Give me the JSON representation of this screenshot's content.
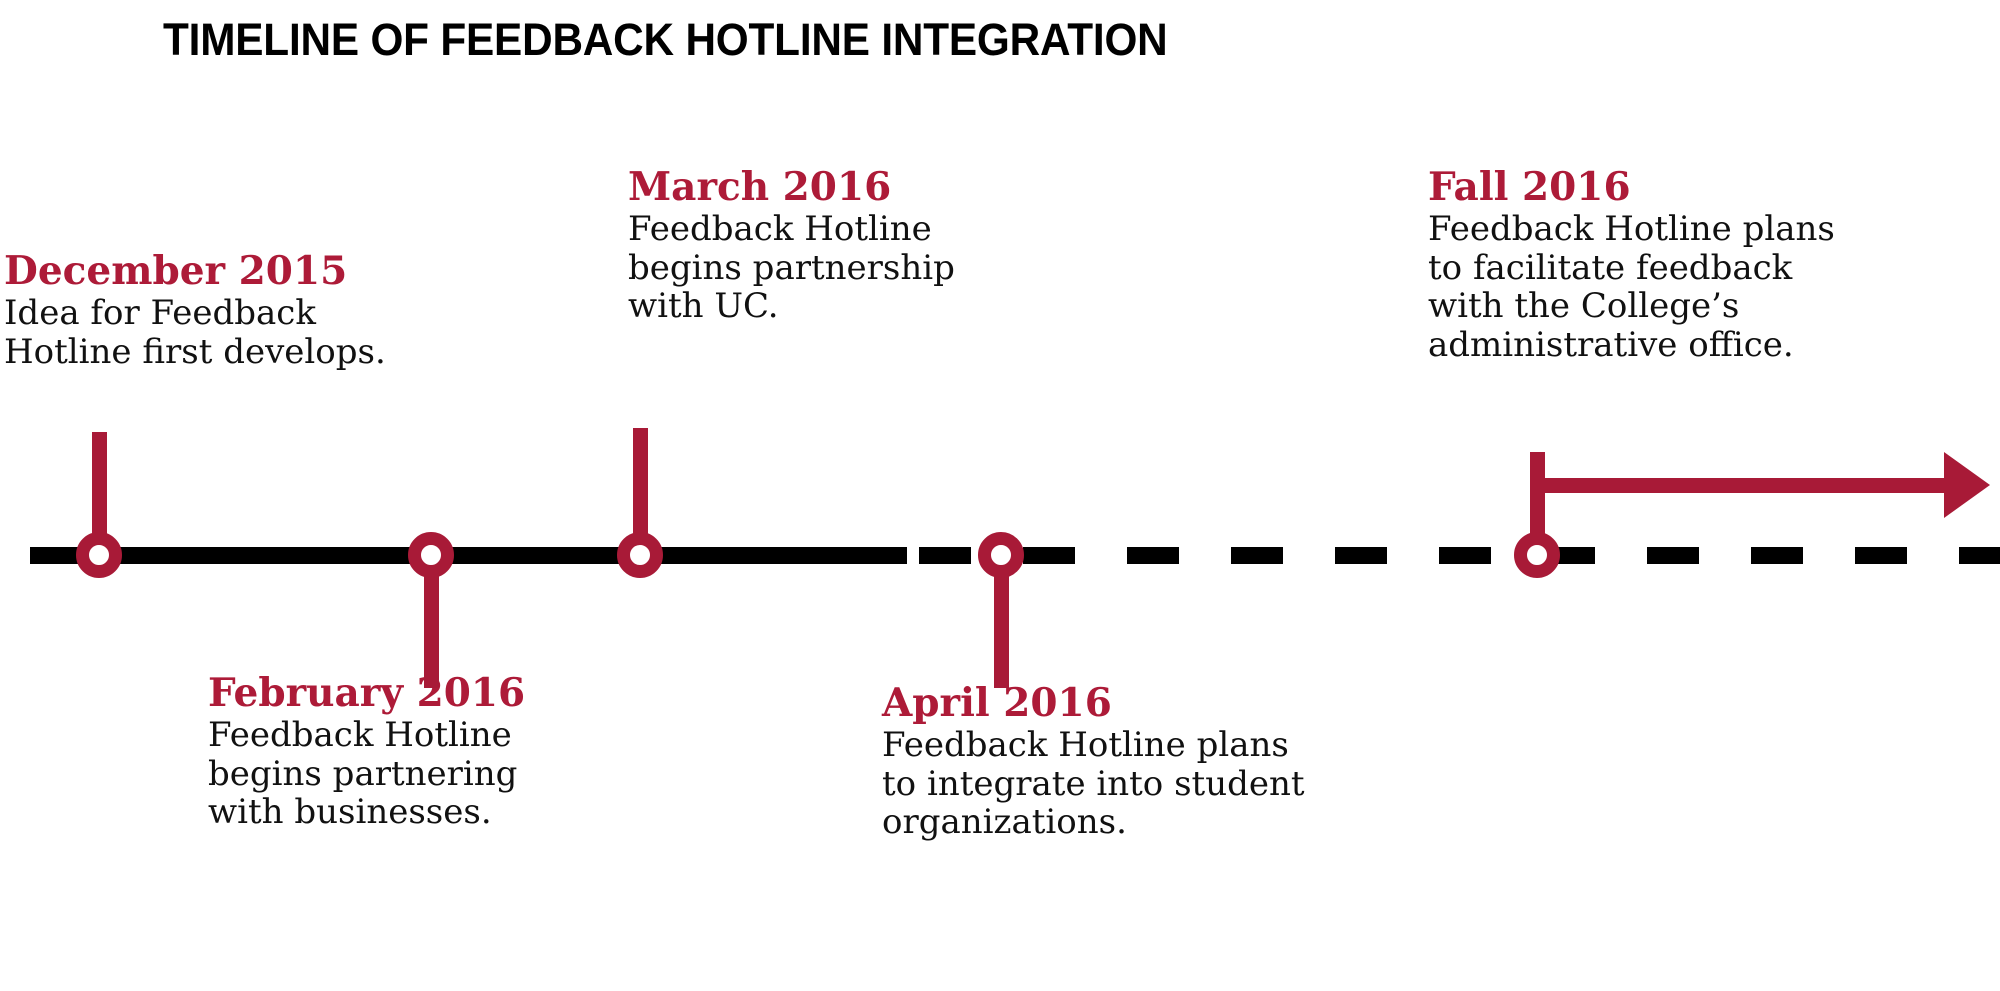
{
  "title": "TIMELINE OF FEEDBACK HOTLINE INTEGRATION",
  "colors": {
    "accent": "#A81A37",
    "heading": "#AD1B38",
    "axis": "#000000",
    "body_text": "#111111",
    "background": "#FFFFFF"
  },
  "axis": {
    "solid_label": "past-timeline-segment",
    "dashed_label": "future-timeline-segment",
    "arrow_label": "future-direction-arrow"
  },
  "events": [
    {
      "heading": "December 2015",
      "lines": [
        "Idea for Feedback",
        "Hotline first develops."
      ],
      "side": "above",
      "marker": "december-2015"
    },
    {
      "heading": "February 2016",
      "lines": [
        "Feedback Hotline",
        "begins partnering",
        "with businesses."
      ],
      "side": "below",
      "marker": "february-2016"
    },
    {
      "heading": "March 2016",
      "lines": [
        "Feedback Hotline",
        "begins partnership",
        "with UC."
      ],
      "side": "above",
      "marker": "march-2016"
    },
    {
      "heading": "April 2016",
      "lines": [
        "Feedback Hotline plans",
        "to integrate into student",
        "organizations."
      ],
      "side": "below",
      "marker": "april-2016"
    },
    {
      "heading": "Fall 2016",
      "lines": [
        "Feedback Hotline plans",
        "to facilitate feedback",
        "with the College’s",
        "administrative office."
      ],
      "side": "above",
      "marker": "fall-2016"
    }
  ]
}
